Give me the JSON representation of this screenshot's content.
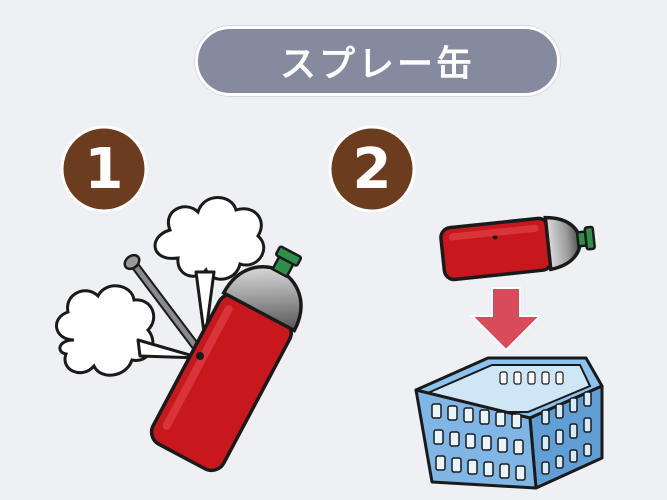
{
  "title": "スプレー缶",
  "steps": [
    {
      "number": "1"
    },
    {
      "number": "2"
    }
  ],
  "colors": {
    "background": "#eff0f4",
    "title_pill": "#858a9e",
    "step_badge": "#6b3d1e",
    "can_red": "#c9171e",
    "can_cap_green": "#2f8f4a",
    "arrow": "#d94a5a",
    "basket_blue": "#7fb6e6"
  },
  "icons": [
    "spray-can-icon",
    "nail-icon",
    "gas-cloud-icon",
    "down-arrow-icon",
    "basket-icon"
  ]
}
